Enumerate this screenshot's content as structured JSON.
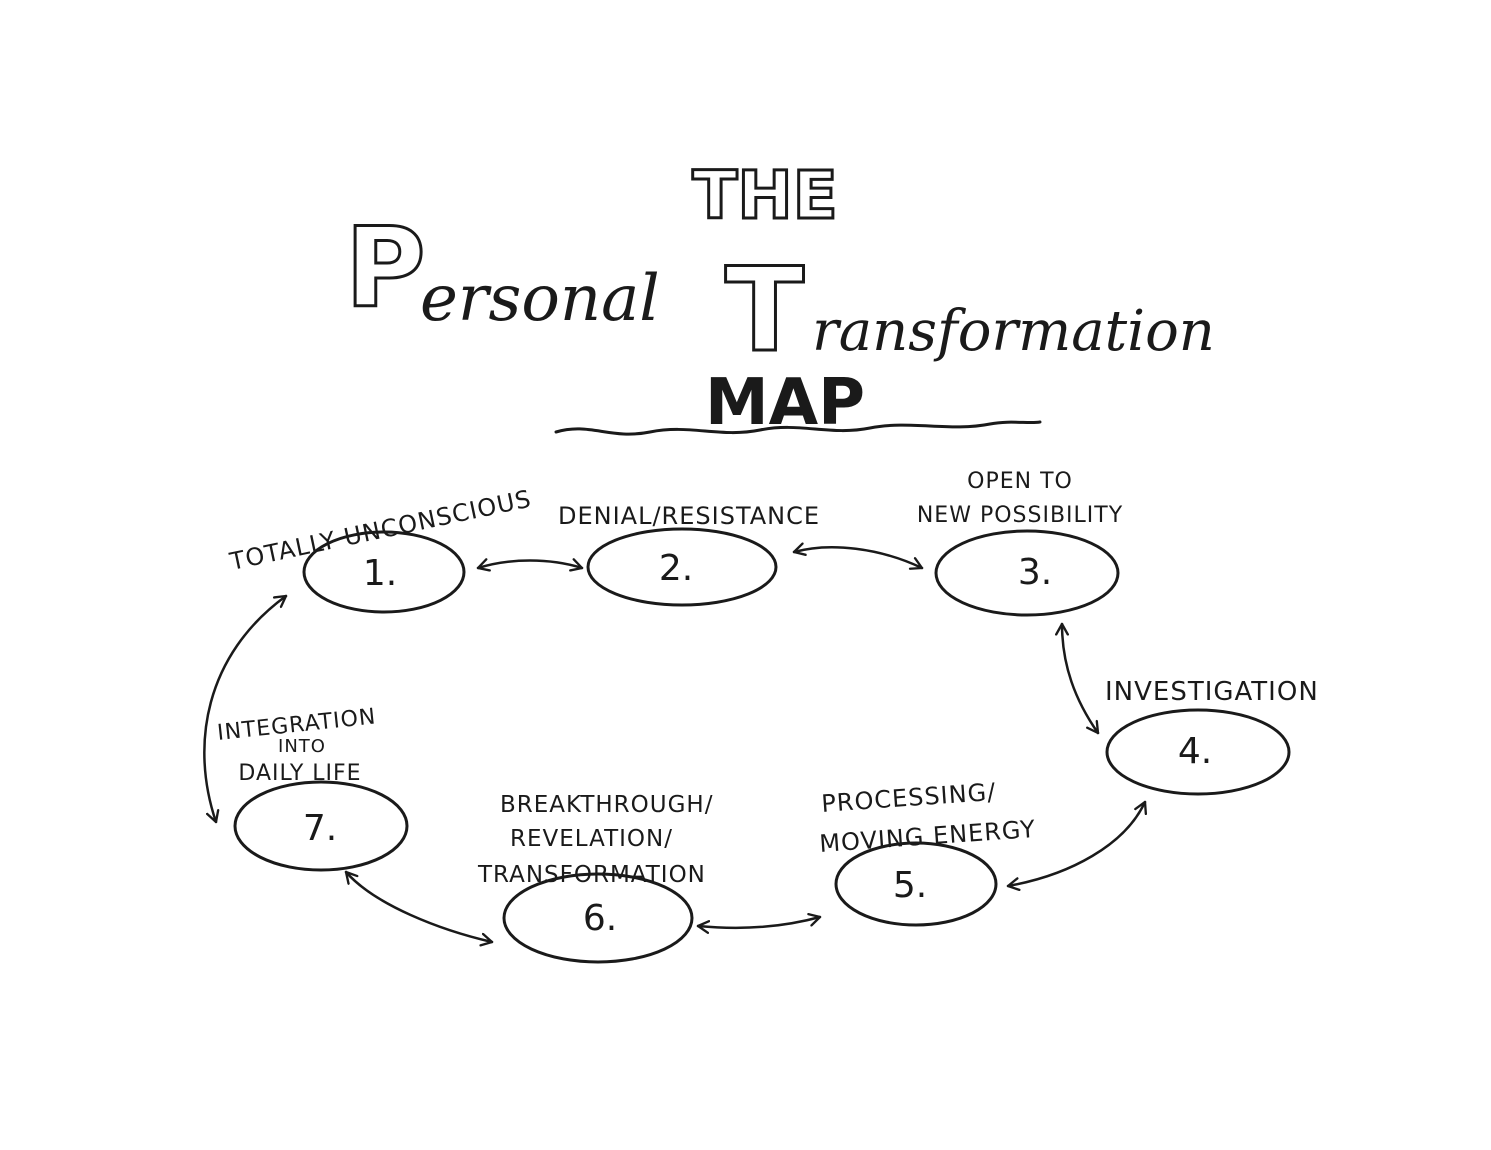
{
  "title": {
    "the": "THE",
    "personal_initial": "P",
    "personal_rest": "ersonal",
    "transformation_initial": "T",
    "transformation_rest": "ransformation",
    "map": "MAP"
  },
  "stages": [
    {
      "number": "1.",
      "label_lines": [
        "TOTALLY UNCONSCIOUS"
      ]
    },
    {
      "number": "2.",
      "label_lines": [
        "DENIAL/RESISTANCE"
      ]
    },
    {
      "number": "3.",
      "label_lines": [
        "OPEN TO",
        "NEW POSSIBILITY"
      ]
    },
    {
      "number": "4.",
      "label_lines": [
        "INVESTIGATION"
      ]
    },
    {
      "number": "5.",
      "label_lines": [
        "PROCESSING/",
        "MOVING ENERGY"
      ]
    },
    {
      "number": "6.",
      "label_lines": [
        "BREAKTHROUGH/",
        "REVELATION/",
        "TRANSFORMATION"
      ]
    },
    {
      "number": "7.",
      "label_lines": [
        "INTEGRATION",
        "INTO",
        "DAILY LIFE"
      ]
    }
  ],
  "connections": [
    [
      "1.",
      "2."
    ],
    [
      "2.",
      "3."
    ],
    [
      "3.",
      "4."
    ],
    [
      "4.",
      "5."
    ],
    [
      "5.",
      "6."
    ],
    [
      "6.",
      "7."
    ],
    [
      "7.",
      "1."
    ]
  ]
}
